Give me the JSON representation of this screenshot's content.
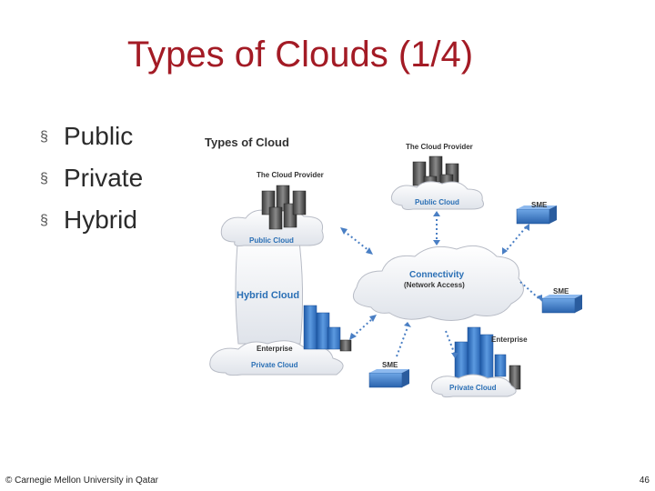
{
  "slide": {
    "title": "Types of Clouds (1/4)",
    "bullets": [
      "Public",
      "Private",
      "Hybrid"
    ],
    "footer_left": "© Carnegie Mellon University in Qatar",
    "page_number": "46"
  },
  "diagram": {
    "heading": "Types of Cloud",
    "provider_left": "The Cloud Provider",
    "provider_top": "The Cloud Provider",
    "public_cloud_left": "Public Cloud",
    "public_cloud_top": "Public Cloud",
    "hybrid_cloud": "Hybrid Cloud",
    "enterprise_left": "Enterprise",
    "private_cloud_left": "Private Cloud",
    "connectivity": "Connectivity",
    "network_access": "(Network Access)",
    "sme_top": "SME",
    "sme_right": "SME",
    "sme_bottom": "SME",
    "enterprise_right": "Enterprise",
    "private_cloud_right": "Private Cloud"
  },
  "colors": {
    "title": "#a31b25",
    "cloud_label": "#2a6fb5",
    "building": "#3a78c8"
  }
}
